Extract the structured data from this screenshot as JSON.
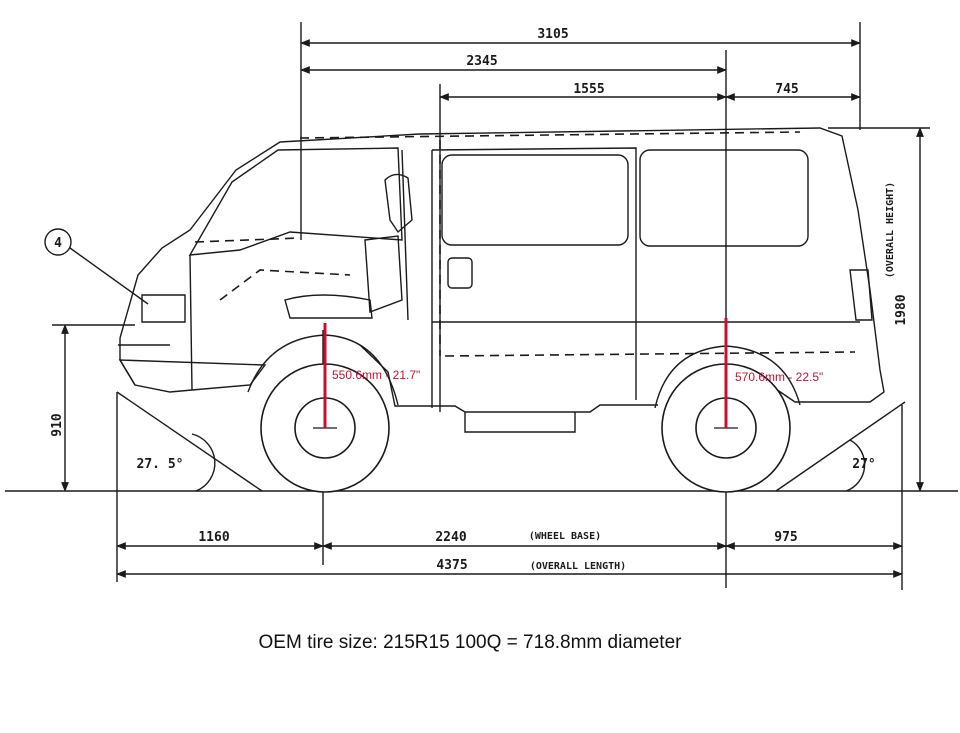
{
  "dimensions": {
    "total_length_top": "3105",
    "rear_to_seat": "2345",
    "body_section": "1555",
    "rear_overhang_top": "745",
    "overall_height": "1980",
    "overall_height_label": "(OVERALL HEIGHT)",
    "front_height": "910",
    "front_overhang": "1160",
    "wheelbase": "2240",
    "wheelbase_label": "(WHEEL BASE)",
    "rear_overhang": "975",
    "overall_length": "4375",
    "overall_length_label": "(OVERALL LENGTH)",
    "approach_angle": "27. 5°",
    "departure_angle": "27°"
  },
  "callout": "4",
  "tires": {
    "front": "550.6mm - 21.7\"",
    "rear": "570.6mm - 22.5\""
  },
  "caption": "OEM tire size: 215R15 100Q = 718.8mm diameter",
  "colors": {
    "line": "#1a1a1a",
    "accent": "#c8102e"
  }
}
